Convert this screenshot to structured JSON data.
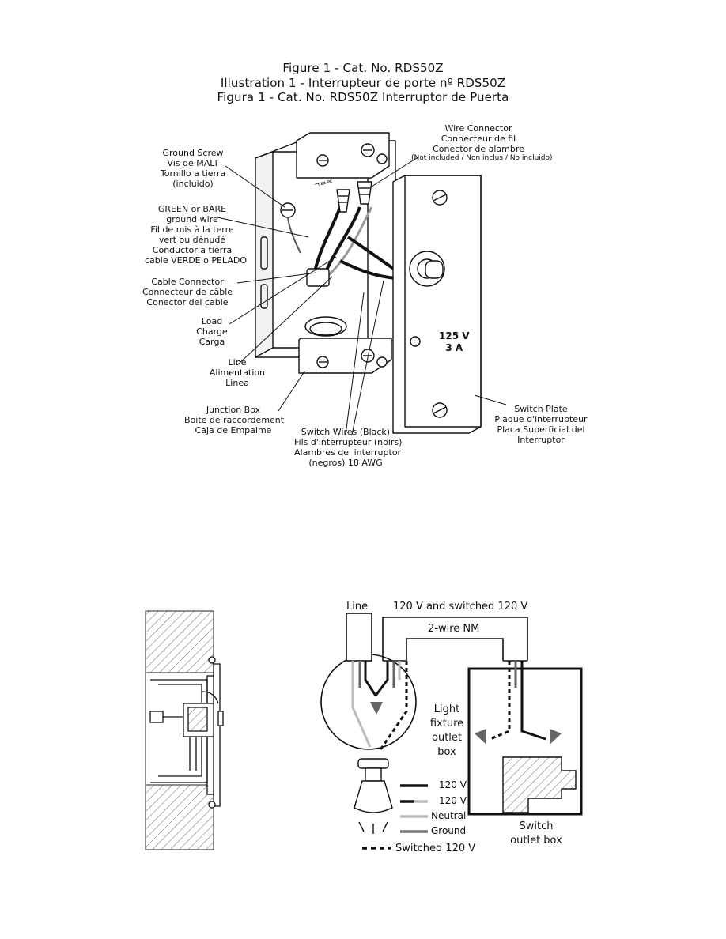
{
  "figure1": {
    "title_lines": [
      "Figure 1 - Cat. No. RDS50Z",
      "Illustration 1 - Interrupteur de porte nº RDS50Z",
      "Figura 1 - Cat. No. RDS50Z Interruptor de Puerta"
    ],
    "plate_rating": [
      "125 V",
      "3 A"
    ],
    "labels": {
      "ground_screw": [
        "Ground Screw",
        "Vis de MALT",
        "Tornillo a tierra",
        "(incluido)"
      ],
      "ground_wire": [
        "GREEN or BARE",
        "ground wire",
        "Fil de mis à la terre",
        "vert ou dénudé",
        "Conductor a tierra",
        "cable VERDE o PELADO"
      ],
      "cable_connector": [
        "Cable Connector",
        "Connecteur de câble",
        "Conector del cable"
      ],
      "load": [
        "Load",
        "Charge",
        "Carga"
      ],
      "line": [
        "Line",
        "Alimentation",
        "Linea"
      ],
      "junction_box": [
        "Junction Box",
        "Boite de raccordement",
        "Caja de Empalme"
      ],
      "switch_wires": [
        "Switch Wires (Black)",
        "Fils d'interrupteur (noirs)",
        "Alambres del interruptor",
        "(negros) 18 AWG"
      ],
      "switch_plate": [
        "Switch Plate",
        "Plaque d'interrupteur",
        "Placa Superficial del",
        "Interruptor"
      ],
      "wire_connector": [
        "Wire Connector",
        "Connecteur de fil",
        "Conector de alambre"
      ],
      "wire_connector_note": "(Not included / Non inclus / No incluido)"
    }
  },
  "wiring": {
    "line_label": "Line",
    "cable_label": "120 V and switched 120 V",
    "nm_label": "2-wire NM",
    "light_box_label": [
      "Light",
      "fixture",
      "outlet",
      "box"
    ],
    "switch_box_label": [
      "Switch",
      "outlet box"
    ],
    "legend": [
      {
        "label": "120 V",
        "style": "solid-black"
      },
      {
        "label": "120 V",
        "style": "black-gray"
      },
      {
        "label": "Neutral",
        "style": "light-gray"
      },
      {
        "label": "Ground",
        "style": "dark-gray"
      },
      {
        "label": "Switched 120 V",
        "style": "dashed-black"
      }
    ]
  }
}
